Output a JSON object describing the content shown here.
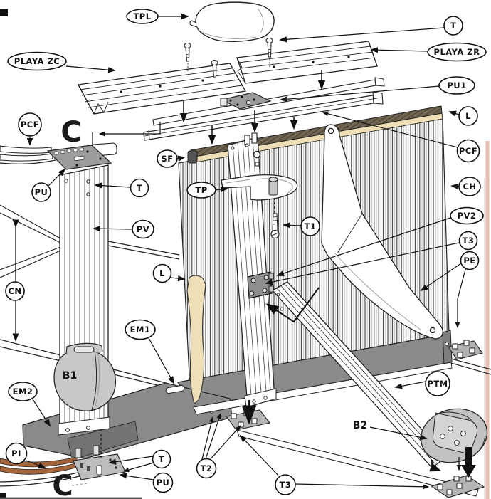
{
  "diagram": {
    "callouts": {
      "tpl": "TPL",
      "t_top": "T",
      "playa_zc": "PLAYA ZC",
      "playa_zr": "PLAYA ZR",
      "pu1": "PU1",
      "l_right": "L",
      "pcf_right": "PCF",
      "ch": "CH",
      "pv2": "PV2",
      "t3_right": "T3",
      "pe": "PE",
      "pcf_left": "PCF",
      "sf": "SF",
      "tp": "TP",
      "pu_top": "PU",
      "t_left": "T",
      "t1": "T1",
      "pv": "PV",
      "l_left": "L",
      "cn": "CN",
      "em1": "EM1",
      "em2": "EM2",
      "ptm": "PTM",
      "pi": "PI",
      "t_bottom": "T",
      "pu_bottom": "PU",
      "t2": "T2",
      "t3_bottom": "T3"
    },
    "part_marks": {
      "b1": "B1",
      "b2": "B2",
      "c_top": "C",
      "c_bottom": "C"
    },
    "colors": {
      "strip_dark": "#6f6450",
      "strip_cream": "#eedfb6",
      "base_gray": "#8a8a8a",
      "plate_gray": "#9c9c9c",
      "rail_brown": "#a4653a",
      "page_edge": "#e6beb0"
    }
  }
}
